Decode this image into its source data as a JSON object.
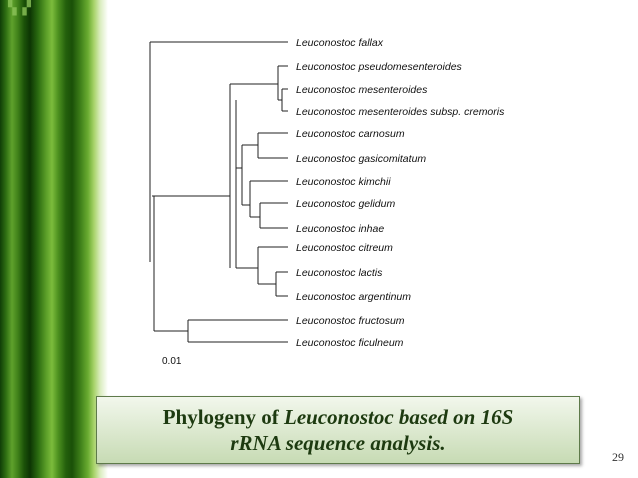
{
  "taxa": [
    "Leuconostoc fallax",
    "Leuconostoc pseudomesenteroides",
    "Leuconostoc mesenteroides",
    "Leuconostoc mesenteroides subsp. cremoris",
    "Leuconostoc carnosum",
    "Leuconostoc gasicomitatum",
    "Leuconostoc kimchii",
    "Leuconostoc gelidum",
    "Leuconostoc inhae",
    "Leuconostoc citreum",
    "Leuconostoc lactis",
    "Leuconostoc argentinum",
    "Leuconostoc fructosum",
    "Leuconostoc ficulneum"
  ],
  "scale_label": "0.01",
  "caption": {
    "line1_plain": "Phylogeny of ",
    "line1_italic": "Leuconostoc based on 16S",
    "line2_italic": "rRNA sequence analysis."
  },
  "page_number": "29",
  "colors": {
    "sidebar_green": "#2f6f13",
    "caption_text": "#1d3a10"
  }
}
